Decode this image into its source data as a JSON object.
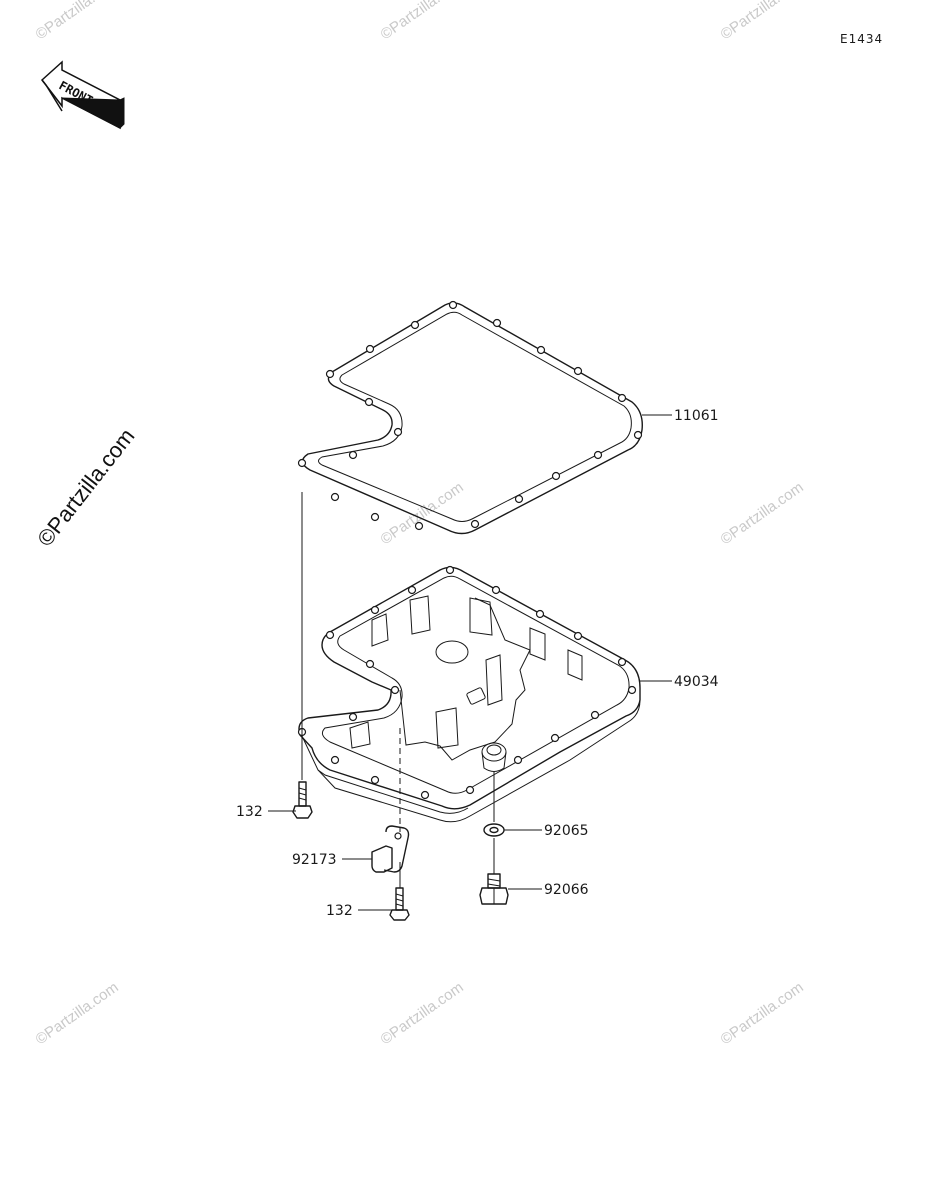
{
  "diagram_code": "E1434",
  "front_label": "FRONT",
  "watermark_text": "©Partzilla.com",
  "parts": {
    "gasket": "11061",
    "oil_pan": "49034",
    "bolt_top": "132",
    "bolt_bottom": "132",
    "bracket": "92173",
    "washer": "92065",
    "drain_plug": "92066"
  },
  "colors": {
    "line": "#1a1a1a",
    "watermark": "#c9c9c9"
  }
}
